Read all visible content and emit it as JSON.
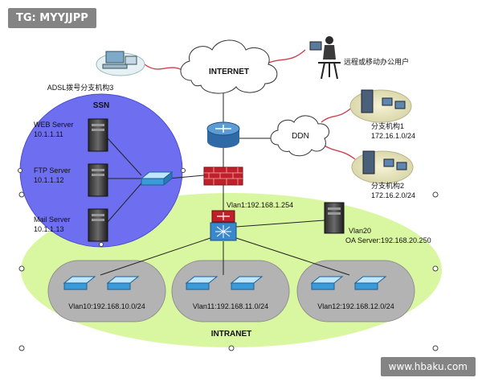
{
  "watermarks": {
    "top_left": "TG: MYYJJPP",
    "bottom_right": "www.hbaku.com"
  },
  "colors": {
    "ssn_fill": "#6e6ef0",
    "intranet_fill": "#d9f7a0",
    "vlan_zone_fill": "#b3b3b3",
    "link_red": "#d04050",
    "link_black": "#222222",
    "router_blue": "#3a78b8",
    "firewall_red": "#c0202a"
  },
  "labels": {
    "internet": "INTERNET",
    "ddn": "DDN",
    "ssn": "SSN",
    "intranet": "INTRANET",
    "adsl": "ADSL拨号分支机构3",
    "remote_user": "远程或移动办公用户",
    "branch1_name": "分支机构1",
    "branch1_net": "172.16.1.0/24",
    "branch2_name": "分支机构2",
    "branch2_net": "172.16.2.0/24",
    "web_server": "WEB Server",
    "web_ip": "10.1.1.11",
    "ftp_server": "FTP Server",
    "ftp_ip": "10.1.1.12",
    "mail_server": "Mail Server",
    "mail_ip": "10.1.1.13",
    "vlan1": "Vlan1:192.168.1.254",
    "vlan20": "Vlan20",
    "oa_server": "OA Server:192.168.20.250",
    "vlan10": "Vlan10:192.168.10.0/24",
    "vlan11": "Vlan11:192.168.11.0/24",
    "vlan12": "Vlan12:192.168.12.0/24"
  },
  "icons": [
    "cloud-icon",
    "router-icon",
    "firewall-icon",
    "switch-icon",
    "core-switch-icon",
    "server-icon",
    "workstation-icon",
    "user-icon",
    "branch-office-icon"
  ]
}
